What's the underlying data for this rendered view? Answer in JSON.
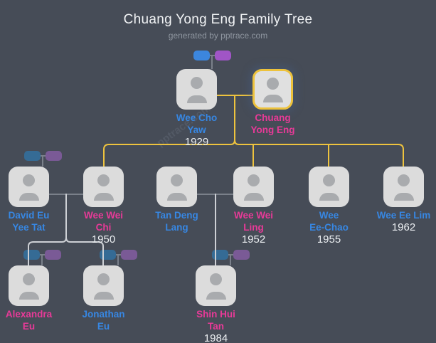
{
  "title": "Chuang Yong Eng Family Tree",
  "subtitle": "generated by pptrace.com",
  "watermark": "pptrace.com",
  "colors": {
    "background": "#464c57",
    "card": "#dcdcdc",
    "silhouette": "#a9abae",
    "highlight_border": "#edc23c",
    "line_yellow": "#eec33e",
    "line_gray": "#7a808a",
    "line_light": "#cdd0d5",
    "name_blue": "#3787e3",
    "name_pink": "#e83a98",
    "year_text": "#eceff2",
    "pill_blue_bright": "#3c86dd",
    "pill_purple_bright": "#a055c6",
    "pill_blue_muted": "#356b95",
    "pill_purple_muted": "#7a5a96"
  },
  "people": [
    {
      "id": "wee-cho-yaw",
      "name_lines": [
        "Wee Cho",
        "Yaw"
      ],
      "year": "1929",
      "name_color": "blue",
      "highlighted": false
    },
    {
      "id": "chuang-yong-eng",
      "name_lines": [
        "Chuang",
        "Yong Eng"
      ],
      "year": "",
      "name_color": "pink",
      "highlighted": true
    },
    {
      "id": "david-eu-yee-tat",
      "name_lines": [
        "David Eu",
        "Yee Tat"
      ],
      "year": "",
      "name_color": "blue",
      "highlighted": false
    },
    {
      "id": "wee-wei-chi",
      "name_lines": [
        "Wee Wei",
        "Chi"
      ],
      "year": "1950",
      "name_color": "pink",
      "highlighted": false
    },
    {
      "id": "tan-deng-lang",
      "name_lines": [
        "Tan Deng",
        "Lang"
      ],
      "year": "",
      "name_color": "blue",
      "highlighted": false
    },
    {
      "id": "wee-wei-ling",
      "name_lines": [
        "Wee Wei",
        "Ling"
      ],
      "year": "1952",
      "name_color": "pink",
      "highlighted": false
    },
    {
      "id": "wee-ee-chao",
      "name_lines": [
        "Wee",
        "Ee-Chao"
      ],
      "year": "1955",
      "name_color": "blue",
      "highlighted": false
    },
    {
      "id": "wee-ee-lim",
      "name_lines": [
        "Wee Ee Lim"
      ],
      "year": "1962",
      "name_color": "blue",
      "highlighted": false
    },
    {
      "id": "alexandra-eu",
      "name_lines": [
        "Alexandra",
        "Eu"
      ],
      "year": "",
      "name_color": "pink",
      "highlighted": false
    },
    {
      "id": "jonathan-eu",
      "name_lines": [
        "Jonathan",
        "Eu"
      ],
      "year": "",
      "name_color": "blue",
      "highlighted": false
    },
    {
      "id": "shin-hui-tan",
      "name_lines": [
        "Shin Hui",
        "Tan"
      ],
      "year": "1984",
      "name_color": "pink",
      "highlighted": false
    }
  ],
  "pill_pairs": [
    {
      "above": "wee-cho-yaw",
      "style": "bright"
    },
    {
      "above": "david-eu-yee-tat",
      "style": "muted"
    },
    {
      "above": "alexandra-eu",
      "style": "muted"
    },
    {
      "above": "jonathan-eu",
      "style": "muted"
    },
    {
      "above": "shin-hui-tan",
      "style": "muted"
    }
  ]
}
